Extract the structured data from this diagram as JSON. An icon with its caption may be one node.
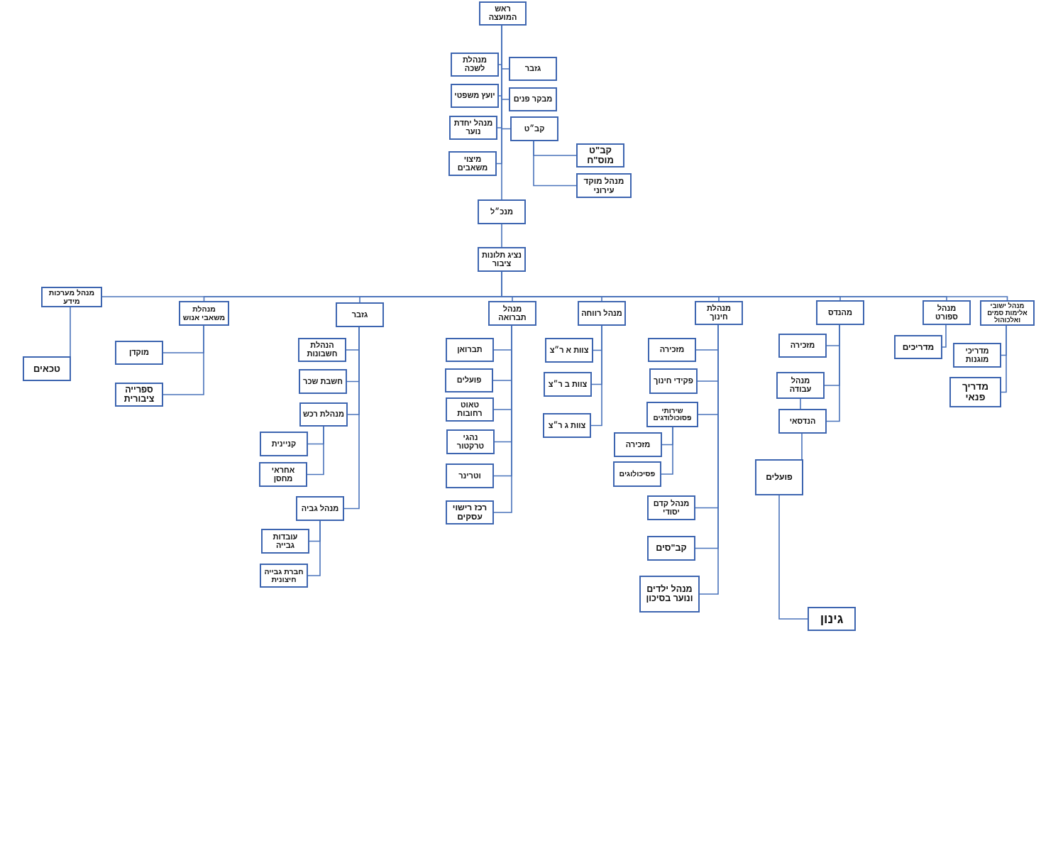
{
  "diagram": {
    "nodes": [
      {
        "text": [
          "ראש המועצה"
        ]
      },
      {
        "text": [
          "מנהלת לשכה"
        ]
      },
      {
        "text": [
          "גזבר"
        ]
      },
      {
        "text": [
          "יועץ משפטי"
        ]
      },
      {
        "text": [
          "מבקר פנים"
        ]
      },
      {
        "text": [
          "מנהל יחדת נוער"
        ]
      },
      {
        "text": [
          "קב״ט"
        ]
      },
      {
        "text": [
          "קב\"ט מוס\"ח"
        ]
      },
      {
        "text": [
          "מנהל מוקד עירוני"
        ]
      },
      {
        "text": [
          "מיצוי משאבים"
        ]
      },
      {
        "text": [
          "מנכ״ל"
        ]
      },
      {
        "text": [
          "נציג תלונות ציבור"
        ]
      },
      {
        "text": [
          "מנהל מערכות מידע"
        ]
      },
      {
        "text": [
          "טכאים"
        ]
      },
      {
        "text": [
          "מנהלת משאבי אנוש"
        ]
      },
      {
        "text": [
          "מוקדן"
        ]
      },
      {
        "text": [
          "ספרייה ציבורית"
        ]
      },
      {
        "text": [
          "גזבר"
        ]
      },
      {
        "text": [
          "הנהלת חשבונות"
        ]
      },
      {
        "text": [
          "חשבת שכר"
        ]
      },
      {
        "text": [
          "מנהלת רכש"
        ]
      },
      {
        "text": [
          "קניינית"
        ]
      },
      {
        "text": [
          "אחראי מחסן"
        ]
      },
      {
        "text": [
          "מנהל גביה"
        ]
      },
      {
        "text": [
          "עובדות גבייה"
        ]
      },
      {
        "text": [
          "חברת גבייה חיצונית"
        ]
      },
      {
        "text": [
          "מנהל תברואה"
        ]
      },
      {
        "text": [
          "תברואן"
        ]
      },
      {
        "text": [
          "פועלים"
        ]
      },
      {
        "text": [
          "טאוט רחובות"
        ]
      },
      {
        "text": [
          "נהגי טרקטור"
        ]
      },
      {
        "text": [
          "וטרינר"
        ]
      },
      {
        "text": [
          "רכז רישוי עסקים"
        ]
      },
      {
        "text": [
          "מנהל רווחה"
        ]
      },
      {
        "text": [
          "צוות א ר״צ"
        ]
      },
      {
        "text": [
          "צוות ב ר״צ"
        ]
      },
      {
        "text": [
          "צוות ג ר״צ"
        ]
      },
      {
        "text": [
          "מנהלת חינוך"
        ]
      },
      {
        "text": [
          "מזכירה"
        ]
      },
      {
        "text": [
          "פקידי חינוך"
        ]
      },
      {
        "text": [
          "שירותי פסוכולודגים"
        ]
      },
      {
        "text": [
          "מזכירה"
        ]
      },
      {
        "text": [
          "פסיכולוגים"
        ]
      },
      {
        "text": [
          "מנהל קדם יסודי"
        ]
      },
      {
        "text": [
          "קב\"סים"
        ]
      },
      {
        "text": [
          "מנהל ילדים ונוער בסיכון"
        ]
      },
      {
        "text": [
          "מהנדס"
        ]
      },
      {
        "text": [
          "מזכירה"
        ]
      },
      {
        "text": [
          "מנהל עבודה"
        ]
      },
      {
        "text": [
          "הנדסאי"
        ]
      },
      {
        "text": [
          "פועלים"
        ]
      },
      {
        "text": [
          "גינון"
        ]
      },
      {
        "text": [
          "מנהל ספורט"
        ]
      },
      {
        "text": [
          "מדריכים"
        ]
      },
      {
        "text": [
          "מנהל ישובי אלימות סמים ואלכוהול"
        ]
      },
      {
        "text": [
          "מדריכי מוגנות"
        ]
      },
      {
        "text": [
          "מדריך פנאי"
        ]
      }
    ],
    "edges": [
      {
        "from": 0,
        "to": 1,
        "arrow": "none"
      },
      {
        "from": 0,
        "to": 2,
        "arrow": "none"
      },
      {
        "from": 0,
        "to": 3,
        "arrow": "none"
      },
      {
        "from": 0,
        "to": 4,
        "arrow": "none"
      },
      {
        "from": 0,
        "to": 5,
        "arrow": "none"
      },
      {
        "from": 0,
        "to": 6,
        "arrow": "none"
      },
      {
        "from": 0,
        "to": 9,
        "arrow": "none"
      },
      {
        "from": 0,
        "to": 10,
        "arrow": "none"
      },
      {
        "from": 6,
        "to": 7,
        "arrow": "none"
      },
      {
        "from": 6,
        "to": 8,
        "arrow": "none"
      },
      {
        "from": 10,
        "to": 11,
        "arrow": "none"
      },
      {
        "from": 11,
        "to": 12,
        "arrow": "none"
      },
      {
        "from": 12,
        "to": 13,
        "arrow": "none"
      },
      {
        "from": 11,
        "to": 14,
        "arrow": "none"
      },
      {
        "from": 14,
        "to": 15,
        "arrow": "none"
      },
      {
        "from": 14,
        "to": 16,
        "arrow": "none"
      },
      {
        "from": 11,
        "to": 17,
        "arrow": "none"
      },
      {
        "from": 17,
        "to": 18,
        "arrow": "none"
      },
      {
        "from": 17,
        "to": 19,
        "arrow": "none"
      },
      {
        "from": 17,
        "to": 20,
        "arrow": "none"
      },
      {
        "from": 17,
        "to": 23,
        "arrow": "none"
      },
      {
        "from": 20,
        "to": 21,
        "arrow": "none"
      },
      {
        "from": 20,
        "to": 22,
        "arrow": "none"
      },
      {
        "from": 23,
        "to": 24,
        "arrow": "none"
      },
      {
        "from": 23,
        "to": 25,
        "arrow": "none"
      },
      {
        "from": 11,
        "to": 26,
        "arrow": "none"
      },
      {
        "from": 26,
        "to": 27,
        "arrow": "none"
      },
      {
        "from": 26,
        "to": 28,
        "arrow": "none"
      },
      {
        "from": 26,
        "to": 29,
        "arrow": "none"
      },
      {
        "from": 26,
        "to": 30,
        "arrow": "none"
      },
      {
        "from": 26,
        "to": 31,
        "arrow": "none"
      },
      {
        "from": 26,
        "to": 32,
        "arrow": "none"
      },
      {
        "from": 11,
        "to": 33,
        "arrow": "none"
      },
      {
        "from": 33,
        "to": 34,
        "arrow": "none"
      },
      {
        "from": 33,
        "to": 35,
        "arrow": "none"
      },
      {
        "from": 33,
        "to": 36,
        "arrow": "none"
      },
      {
        "from": 11,
        "to": 37,
        "arrow": "none"
      },
      {
        "from": 37,
        "to": 38,
        "arrow": "none"
      },
      {
        "from": 37,
        "to": 39,
        "arrow": "none"
      },
      {
        "from": 37,
        "to": 40,
        "arrow": "none"
      },
      {
        "from": 37,
        "to": 43,
        "arrow": "none"
      },
      {
        "from": 37,
        "to": 44,
        "arrow": "none"
      },
      {
        "from": 37,
        "to": 45,
        "arrow": "none"
      },
      {
        "from": 40,
        "to": 41,
        "arrow": "none"
      },
      {
        "from": 40,
        "to": 42,
        "arrow": "none"
      },
      {
        "from": 11,
        "to": 46,
        "arrow": "none"
      },
      {
        "from": 46,
        "to": 47,
        "arrow": "none"
      },
      {
        "from": 46,
        "to": 48,
        "arrow": "none"
      },
      {
        "from": 46,
        "to": 49,
        "arrow": "none"
      },
      {
        "from": 48,
        "to": 49,
        "arrow": "none"
      },
      {
        "from": 49,
        "to": 50,
        "arrow": "none"
      },
      {
        "from": 50,
        "to": 51,
        "arrow": "none"
      },
      {
        "from": 11,
        "to": 52,
        "arrow": "none"
      },
      {
        "from": 52,
        "to": 53,
        "arrow": "none"
      },
      {
        "from": 11,
        "to": 54,
        "arrow": "none"
      },
      {
        "from": 54,
        "to": 55,
        "arrow": "none"
      },
      {
        "from": 54,
        "to": 56,
        "arrow": "none"
      }
    ]
  }
}
